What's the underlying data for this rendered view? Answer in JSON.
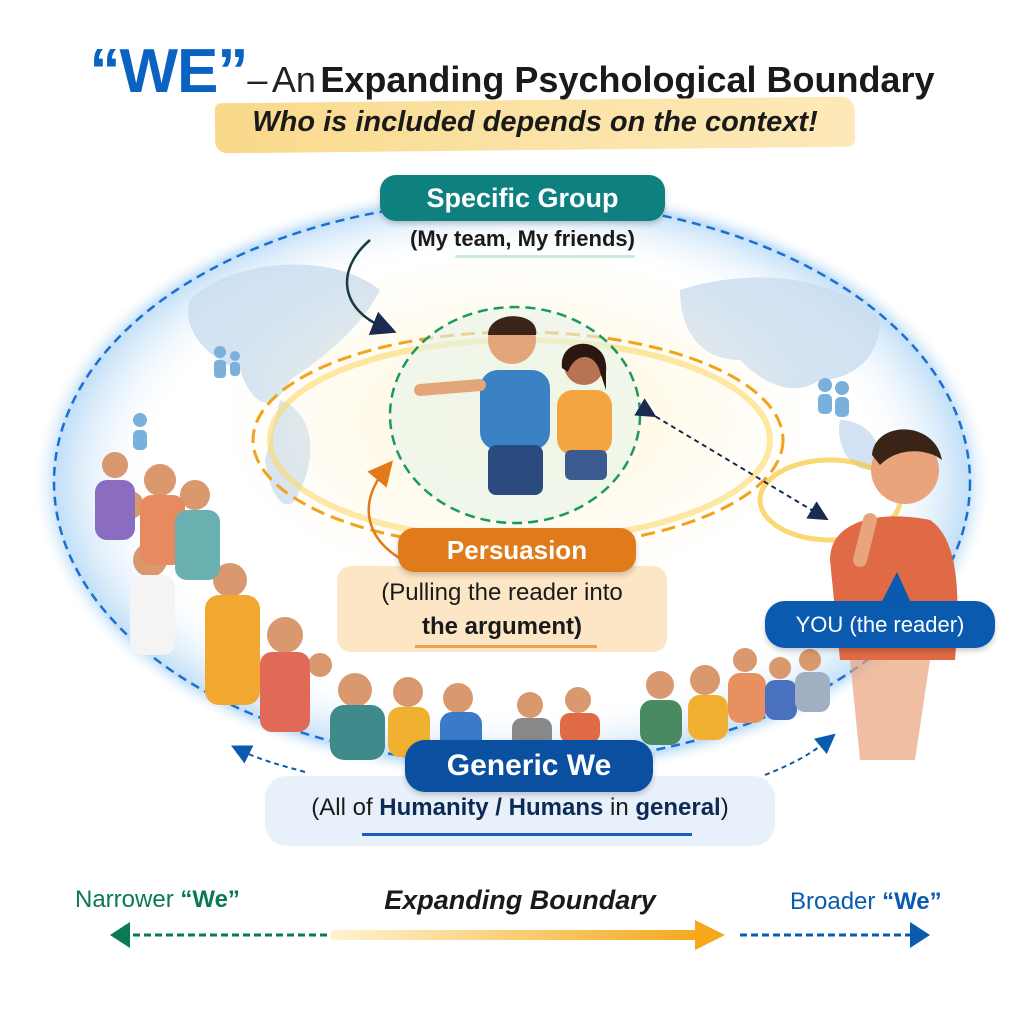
{
  "title": {
    "we": "“WE”",
    "dash": "–",
    "an": "An",
    "main": "Expanding Psychological Boundary"
  },
  "subtitle": "Who is included depends on the context!",
  "specific_group": {
    "label": "Specific Group",
    "description": "(My team, My friends)"
  },
  "persuasion": {
    "label": "Persuasion",
    "description_line1": "(Pulling the reader into",
    "description_line2": "the argument)"
  },
  "you": {
    "label": "YOU (the reader)"
  },
  "generic_we": {
    "label": "Generic We",
    "desc_pre": "(All of ",
    "desc_bold1": "Humanity / Humans",
    "desc_mid": " in ",
    "desc_bold2": "general",
    "desc_post": ")"
  },
  "scale": {
    "narrower_pre": "Narrower ",
    "narrower_bold": "“We”",
    "center": "Expanding Boundary",
    "broader_pre": "Broader ",
    "broader_bold": "“We”"
  },
  "colors": {
    "blue": "#0a63c0",
    "teal": "#0e8080",
    "orange": "#e07a1a",
    "navy": "#0a4fa0",
    "green": "#0a7a55"
  }
}
